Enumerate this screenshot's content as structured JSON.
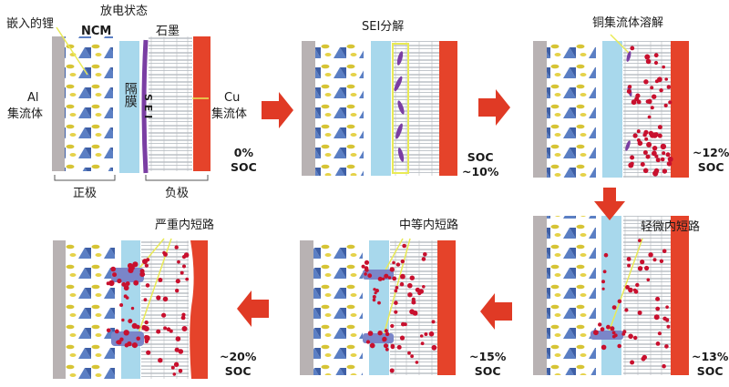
{
  "colors": {
    "cathode_collector": "#b8b2b3",
    "separator": "#a8d8ec",
    "anode_collector": "#e5432a",
    "sei": "#7b3ea3",
    "lithium_dot": "#c8102e",
    "ncm_triangle": "#5b7fc4",
    "ncm_ellipse": "#d6c435",
    "graphite_line": "#9aa0a8",
    "arrow": "#e03a25",
    "callout_line": "#e9ea56"
  },
  "panel1": {
    "label_intercalated_li": "嵌入的锂",
    "label_discharge_state": "放电状态",
    "label_ncm": "NCM",
    "label_graphite": "石墨",
    "label_al_collector_1": "Al",
    "label_al_collector_2": "集流体",
    "label_separator": "隔膜",
    "label_sei": "S E I",
    "label_cu_collector_1": "Cu",
    "label_cu_collector_2": "集流体",
    "label_cathode": "正极",
    "label_anode": "负极",
    "soc_value": "0%",
    "soc_unit": "SOC"
  },
  "panel2": {
    "title": "SEI分解",
    "soc_unit": "SOC",
    "soc_value": "~10%"
  },
  "panel3": {
    "title": "铜集流体溶解",
    "soc_value": "~12%",
    "soc_unit": "SOC"
  },
  "panel4": {
    "title": "轻微内短路",
    "soc_value": "~13%",
    "soc_unit": "SOC"
  },
  "panel5": {
    "title": "中等内短路",
    "soc_value": "~15%",
    "soc_unit": "SOC"
  },
  "panel6": {
    "title": "严重内短路",
    "soc_value": "~20%",
    "soc_unit": "SOC"
  }
}
